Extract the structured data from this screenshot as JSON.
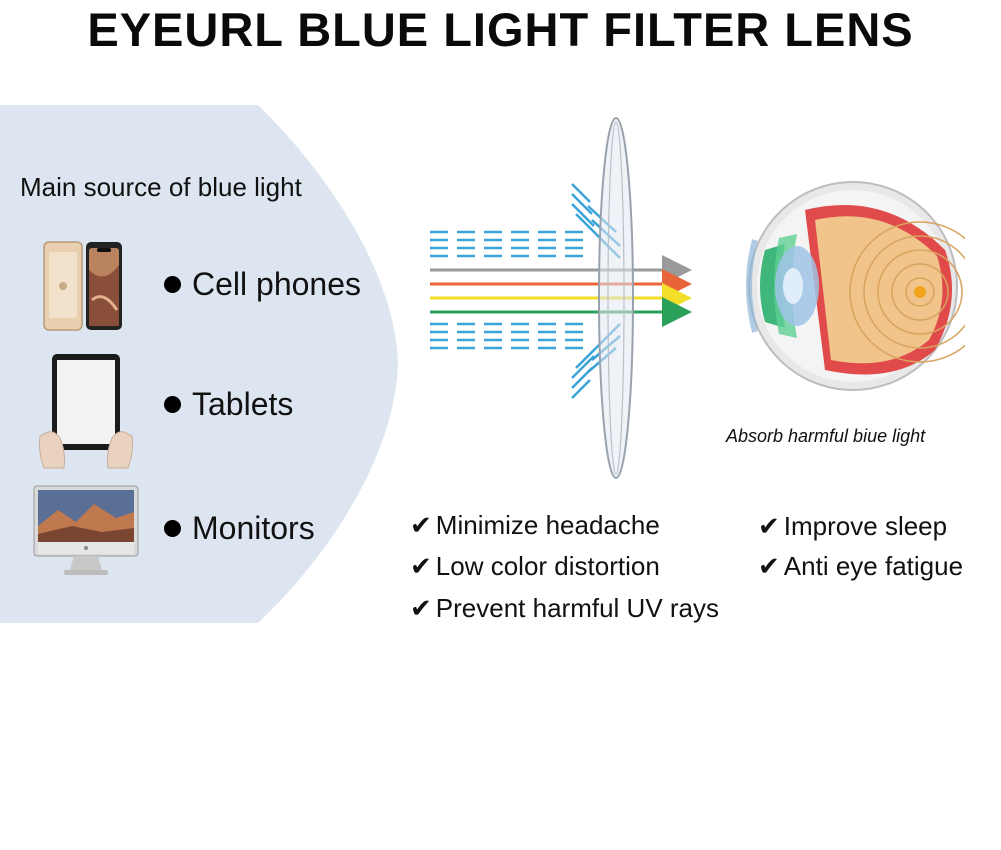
{
  "title": "EYEURL BLUE LIGHT FILTER LENS",
  "sources": {
    "heading": "Main source of blue light",
    "items": [
      {
        "label": "Cell phones",
        "icon": "smartphone-icon"
      },
      {
        "label": "Tablets",
        "icon": "tablet-icon"
      },
      {
        "label": "Monitors",
        "icon": "monitor-icon"
      }
    ]
  },
  "diagram": {
    "caption": "Absorb harmful biue light"
  },
  "features": {
    "check_glyph": "✔",
    "items": [
      "Minimize headache",
      "Low color distortion",
      "Prevent harmful UV rays",
      "Improve sleep",
      "Anti eye fatigue"
    ]
  },
  "colors": {
    "panel": "#dde6f0",
    "blue_light": "#3aa3d8",
    "ray_gray": "#9a9a9a",
    "ray_orange": "#e8653a",
    "ray_yellow": "#f2df2a",
    "ray_green": "#2aa05a"
  }
}
